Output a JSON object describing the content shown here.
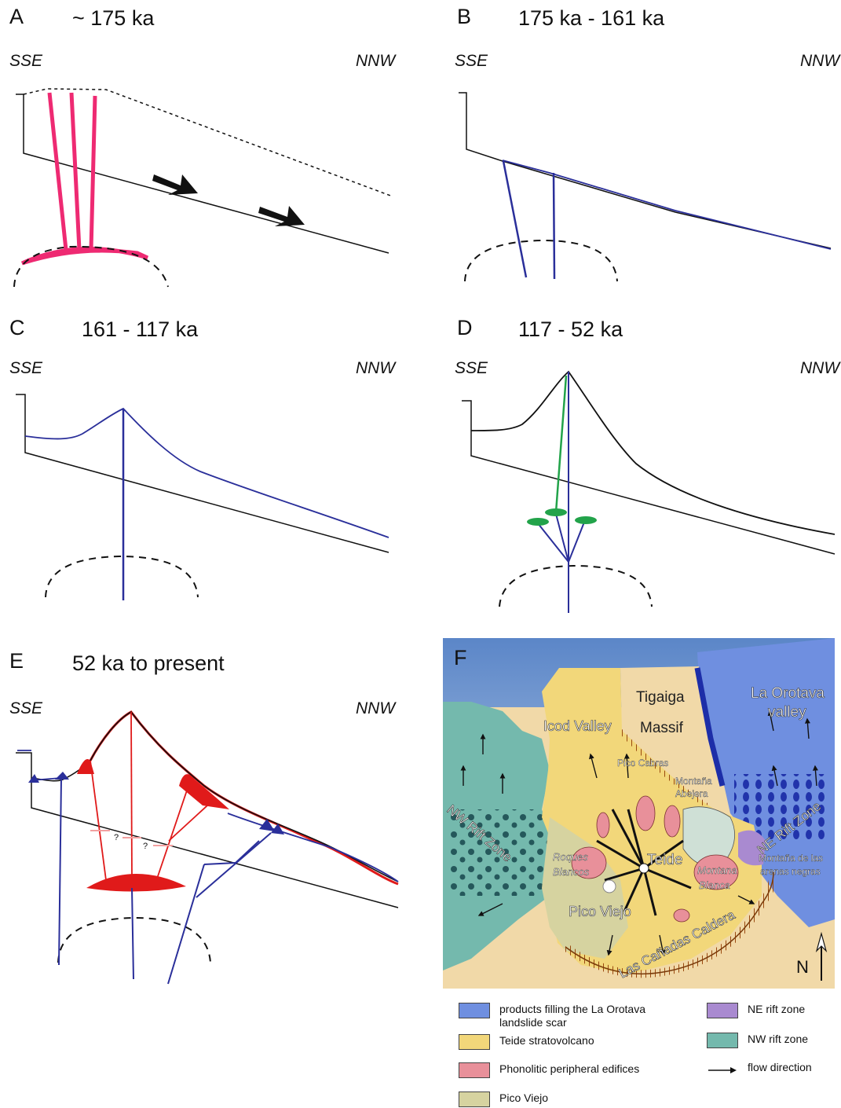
{
  "panels": {
    "a": {
      "letter": "A",
      "title": "~ 175 ka",
      "left_dir": "SSE",
      "right_dir": "NNW"
    },
    "b": {
      "letter": "B",
      "title": "175 ka - 161 ka",
      "left_dir": "SSE",
      "right_dir": "NNW"
    },
    "c": {
      "letter": "C",
      "title": "161 - 117 ka",
      "left_dir": "SSE",
      "right_dir": "NNW"
    },
    "d": {
      "letter": "D",
      "title": "117 - 52 ka",
      "left_dir": "SSE",
      "right_dir": "NNW"
    },
    "e": {
      "letter": "E",
      "title": "52 ka to present",
      "left_dir": "SSE",
      "right_dir": "NNW",
      "question_mark": "?"
    },
    "f": {
      "letter": "F"
    }
  },
  "map": {
    "labels": {
      "tigaiga": "Tigaiga",
      "massif": "Massif",
      "la_orotava": "La Orotava",
      "valley": "valley",
      "icod_valley": "Icod Valley",
      "pico_cabras": "Pico Cabras",
      "montana_abejera_1": "Montaña",
      "montana_abejera_2": "Abejera",
      "nw_rift_zone": "NW Rift Zone",
      "ne_rift_zone": "NE Rift Zone",
      "teide": "Teide",
      "roques_1": "Roques",
      "roques_2": "Blancos",
      "montana_blanca_1": "Montana",
      "montana_blanca_2": "Blanca",
      "arenas_1": "Montaña de las",
      "arenas_2": "arenas negras",
      "pico_viejo": "Pico Viejo",
      "caldera": "Las Cañadas Caldera",
      "north": "N"
    }
  },
  "legend": {
    "items": [
      {
        "text1": "products filling the La Orotava",
        "text2": "landslide scar",
        "color": "#6f8fe0"
      },
      {
        "text1": "Teide stratovolcano",
        "text2": "",
        "color": "#f2d77a"
      },
      {
        "text1": "Phonolitic peripheral edifices",
        "text2": "",
        "color": "#e8909a"
      },
      {
        "text1": "Pico Viejo",
        "text2": "",
        "color": "#d6d3a0"
      },
      {
        "text1": "NE rift zone",
        "text2": "",
        "color": "#a98ad0"
      },
      {
        "text1": "NW rift zone",
        "text2": "",
        "color": "#74b9ad"
      },
      {
        "text1": "flow direction",
        "text2": "",
        "color": ""
      }
    ]
  },
  "colors": {
    "dyke_pink": "#ee2a72",
    "conduit_blue": "#2a2f9a",
    "green": "#22a34a",
    "red": "#e01a1a"
  }
}
